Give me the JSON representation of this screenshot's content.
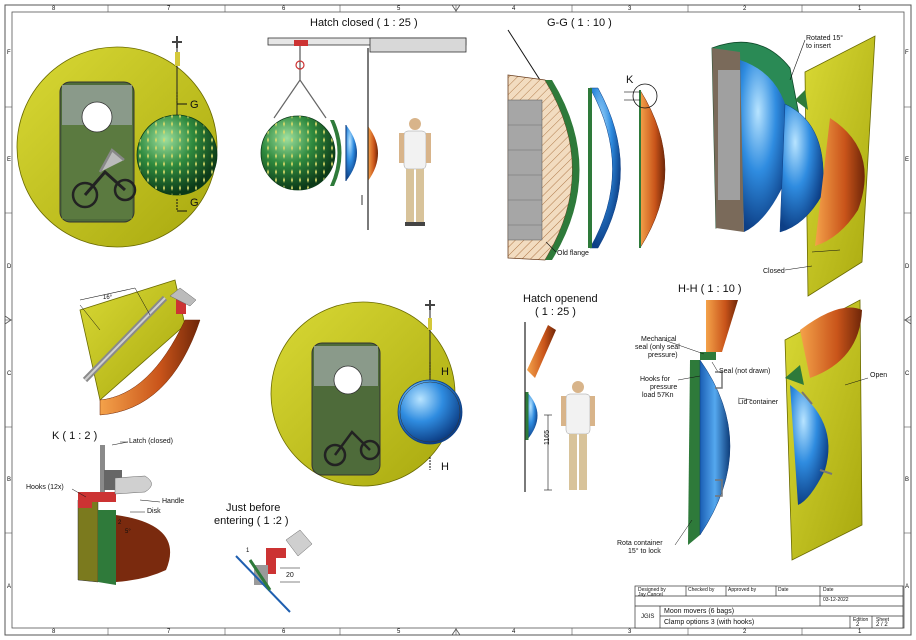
{
  "views": {
    "hatch_closed": "Hatch closed ( 1 : 25 )",
    "gg": "G-G ( 1 : 10 )",
    "hatch_opened_line1": "Hatch openend",
    "hatch_opened_line2": "( 1 : 25 )",
    "hh": "H-H ( 1 : 10 )",
    "k": "K ( 1 : 2 )",
    "just_before_line1": "Just before",
    "just_before_line2": "entering ( 1 :2 )"
  },
  "section_markers": {
    "g": "G",
    "h": "H",
    "k": "K"
  },
  "annotations": {
    "rotated_line1": "Rotated 15°",
    "rotated_line2": "to insert",
    "closed": "Closed",
    "old_flange": "Old flange",
    "latch": "Latch (closed)",
    "hooks12": "Hooks (12x)",
    "handle": "Handle",
    "disk": "Disk",
    "mech_seal_1": "Mechanical",
    "mech_seal_2": "seal (only seal",
    "mech_seal_3": "pressure)",
    "hooks_load_1": "Hooks  for",
    "hooks_load_2": "pressure",
    "hooks_load_3": "load 57Kn",
    "seal_not_drawn": "Seal (not drawn)",
    "lid_container": "Lid container",
    "rota_1": "Rota container",
    "rota_2": "15° to lock",
    "open": "Open"
  },
  "dimensions": {
    "angle": "16°",
    "height": "1165",
    "d20": "20",
    "d1": "1",
    "d2": "2",
    "ang2": "5°"
  },
  "grid": {
    "columns": [
      "8",
      "7",
      "6",
      "5",
      "4",
      "3",
      "2",
      "1"
    ],
    "rows": [
      "F",
      "E",
      "D",
      "C",
      "B",
      "A"
    ]
  },
  "title_block": {
    "designed_by_label": "Designed by",
    "designed_by": "Jay Cancel",
    "checked_by_label": "Checked by",
    "approved_by_label": "Approved by",
    "date_label": "Date",
    "date_label2": "Date",
    "date": "03-12-2022",
    "company": "JGIS",
    "title": "Moon movers (6 bags)",
    "subtitle": "Clamp options 3  (with hooks)",
    "edition_label": "Edition",
    "edition": "2",
    "sheet_label": "Sheet",
    "sheet": "2 / 2"
  },
  "colors": {
    "yellow": "#cccc22",
    "green": "#2e7a3a",
    "blue": "#2f7fd6",
    "orange": "#d9651c",
    "frame": "#555555"
  }
}
